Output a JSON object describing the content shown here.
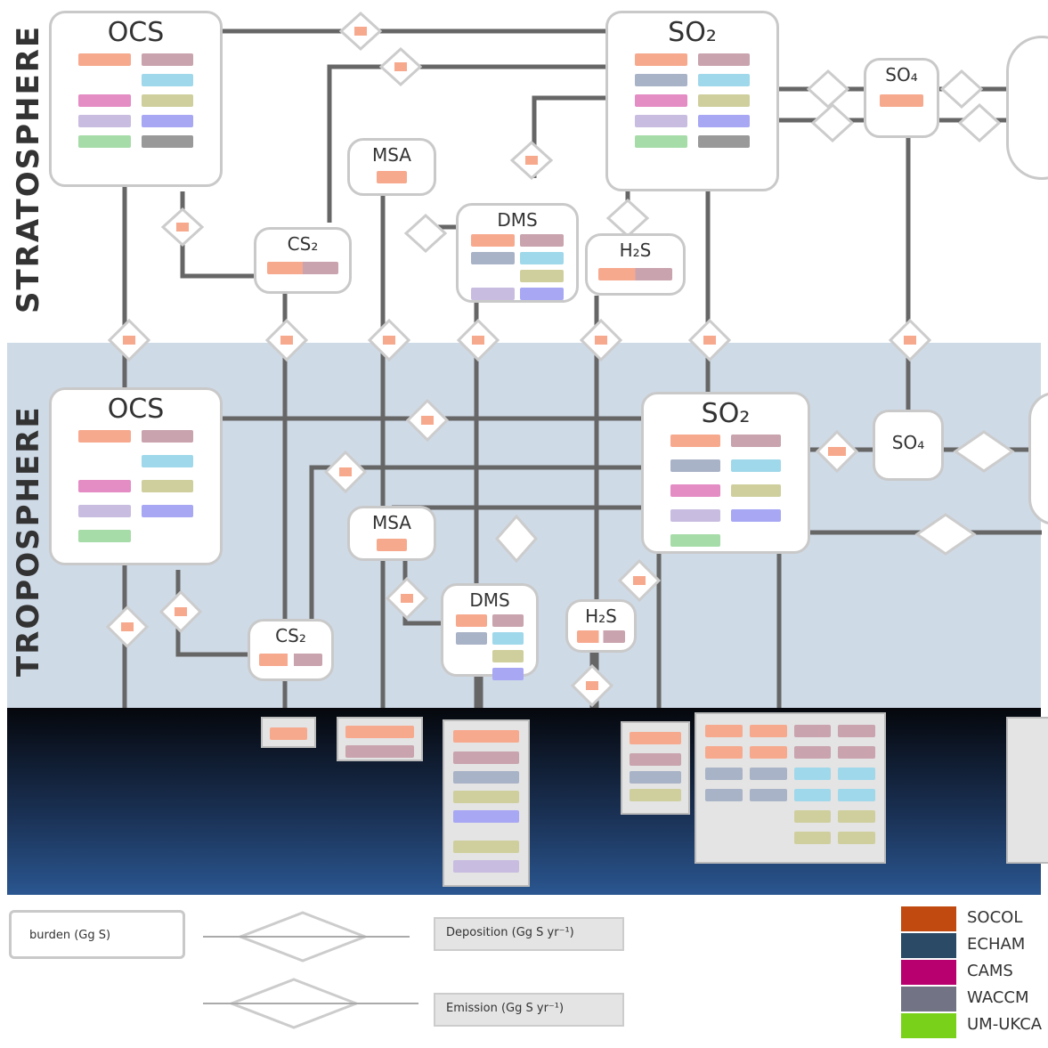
{
  "layers": {
    "stratosphere": "STRATOSPHERE",
    "troposphere": "TROPOSPHERE"
  },
  "species": {
    "ocs": "OCS",
    "so2": "SO₂",
    "so4": "SO₄",
    "msa": "MSA",
    "dms": "DMS",
    "cs2": "CS₂",
    "h2s": "H₂S"
  },
  "legend": {
    "burden": "burden (Gg S)",
    "deposition": "Deposition (Gg S yr⁻¹)",
    "emission": "Emission (Gg S yr⁻¹)",
    "models": [
      {
        "name": "SOCOL",
        "color": "#c04a10"
      },
      {
        "name": "ECHAM",
        "color": "#2a4a66"
      },
      {
        "name": "CAMS",
        "color": "#b8006e"
      },
      {
        "name": "WACCM",
        "color": "#727486"
      },
      {
        "name": "UM-UKCA",
        "color": "#7ad11a"
      }
    ]
  },
  "colors": {
    "stratosphere_bg": "#ffffff",
    "troposphere_bg": "#cfdae7",
    "surface_bg": "#1b3358",
    "cell_colors": [
      "#f7a98e",
      "#c9a3ad",
      "#9fd8ea",
      "#e48cc4",
      "#cfcf9e",
      "#c8bde0",
      "#a7a7f4",
      "#a6dca8"
    ]
  }
}
